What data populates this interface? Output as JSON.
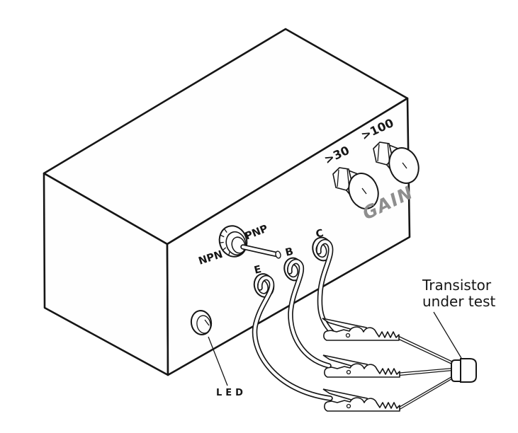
{
  "figure": {
    "kind": "technical-illustration",
    "subject": "transistor-tester-box"
  },
  "colors": {
    "background": "#ffffff",
    "line": "#161616",
    "gain_text": "#8e8e8e"
  },
  "panel": {
    "gain_label": "GAIN",
    "lamp_30_label": ">30",
    "lamp_100_label": ">100",
    "switch_npn_label": "NPN",
    "switch_pnp_label": "PNP",
    "terminal_e_label": "E",
    "terminal_b_label": "B",
    "terminal_c_label": "C",
    "led_label": "LED"
  },
  "caption": {
    "line1": "Transistor",
    "line2": "under test"
  }
}
